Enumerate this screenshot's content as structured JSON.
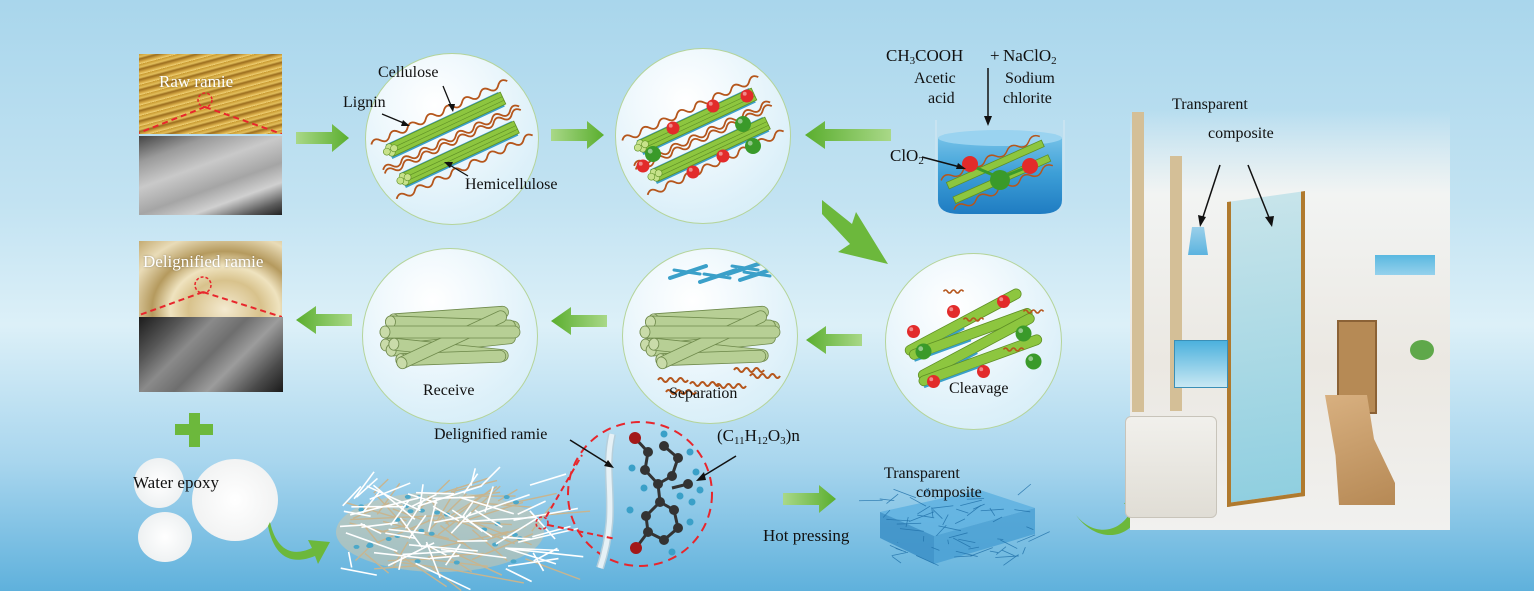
{
  "title": "Delignification of ramie and transparent composite fabrication process",
  "colors": {
    "arrow_green": "#6cb83c",
    "cellulose_green": "#8dc63f",
    "hemicellulose_blue": "#3ba0c9",
    "lignin_brown": "#b5561c",
    "dashed_red": "#e8262c",
    "oxygen_red": "#e22b2b",
    "chlorine_green": "#3a9a2a"
  },
  "samples": {
    "raw": {
      "label": "Raw ramie"
    },
    "delignified": {
      "label": "Delignified ramie"
    },
    "plus_icon": "plus-icon"
  },
  "structure": {
    "cellulose": "Cellulose",
    "lignin": "Lignin",
    "hemicellulose": "Hemicellulose"
  },
  "reagents": {
    "acid_formula_prefix": "CH",
    "acid_formula_sub": "3",
    "acid_formula_suffix": "COOH",
    "plus": "+",
    "salt_formula_prefix": "NaClO",
    "salt_formula_sub": "2",
    "acid_name_1": "Acetic",
    "acid_name_2": "acid",
    "salt_name_1": "Sodium",
    "salt_name_2": "chlorite",
    "clo2_prefix": "ClO",
    "clo2_sub": "2"
  },
  "steps": {
    "cleavage": "Cleavage",
    "separation": "Separation",
    "receive": "Receive"
  },
  "bottom": {
    "water_epoxy": "Water epoxy",
    "delignified_ramie": "Delignified ramie",
    "formula": {
      "p1": "(C",
      "s1": "11",
      "p2": "H",
      "s2": "12",
      "p3": "O",
      "s3": "3",
      "p4": ")n"
    },
    "hot_pressing": "Hot pressing",
    "transparent_composite_1": "Transparent",
    "transparent_composite_2": "composite"
  },
  "application": {
    "label_1": "Transparent",
    "label_2": "composite"
  }
}
